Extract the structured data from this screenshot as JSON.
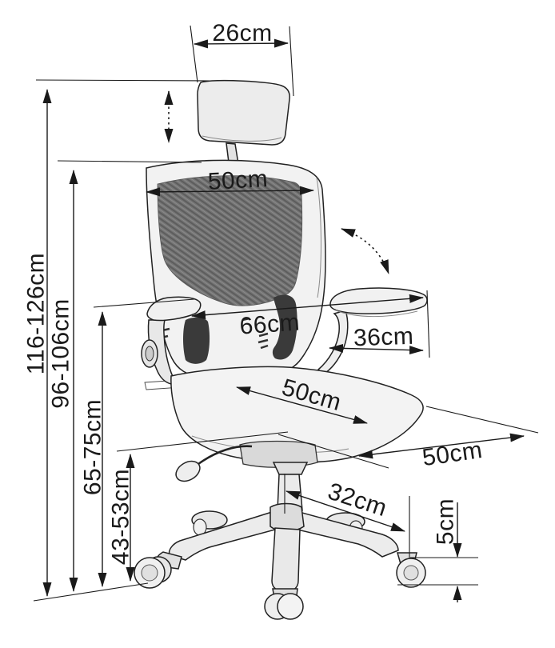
{
  "diagram": {
    "kind": "product-dimension-diagram",
    "subject": "ergonomic office chair with headrest, mesh backrest, flip-up armrests and casters",
    "units": "cm",
    "colors": {
      "background": "#ffffff",
      "line": "#1a1a1a",
      "mesh": "#6f6f6f",
      "frame": "#f1f1f1",
      "dark_patch": "#3a3a3a"
    },
    "indicators": [
      "headrest-height-adjust-arrow",
      "armrest-flip-recline-arrow"
    ],
    "dimensions": {
      "headrest_width": {
        "label": "26cm",
        "value_cm": 26
      },
      "backrest_width": {
        "label": "50cm",
        "value_cm": 50
      },
      "overall_width": {
        "label": "66cm",
        "value_cm": 66
      },
      "armrest_length": {
        "label": "36cm",
        "value_cm": 36
      },
      "seat_width": {
        "label": "50cm",
        "value_cm": 50
      },
      "seat_depth": {
        "label": "50cm",
        "value_cm": 50
      },
      "base_arm_length": {
        "label": "32cm",
        "value_cm": 32
      },
      "caster_height": {
        "label": "5cm",
        "value_cm": 5
      },
      "total_height": {
        "label": "116-126cm",
        "min_cm": 116,
        "max_cm": 126
      },
      "backrest_height": {
        "label": "96-106cm",
        "min_cm": 96,
        "max_cm": 106
      },
      "armrest_height": {
        "label": "65-75cm",
        "min_cm": 65,
        "max_cm": 75
      },
      "seat_height": {
        "label": "43-53cm",
        "min_cm": 43,
        "max_cm": 53
      }
    }
  }
}
